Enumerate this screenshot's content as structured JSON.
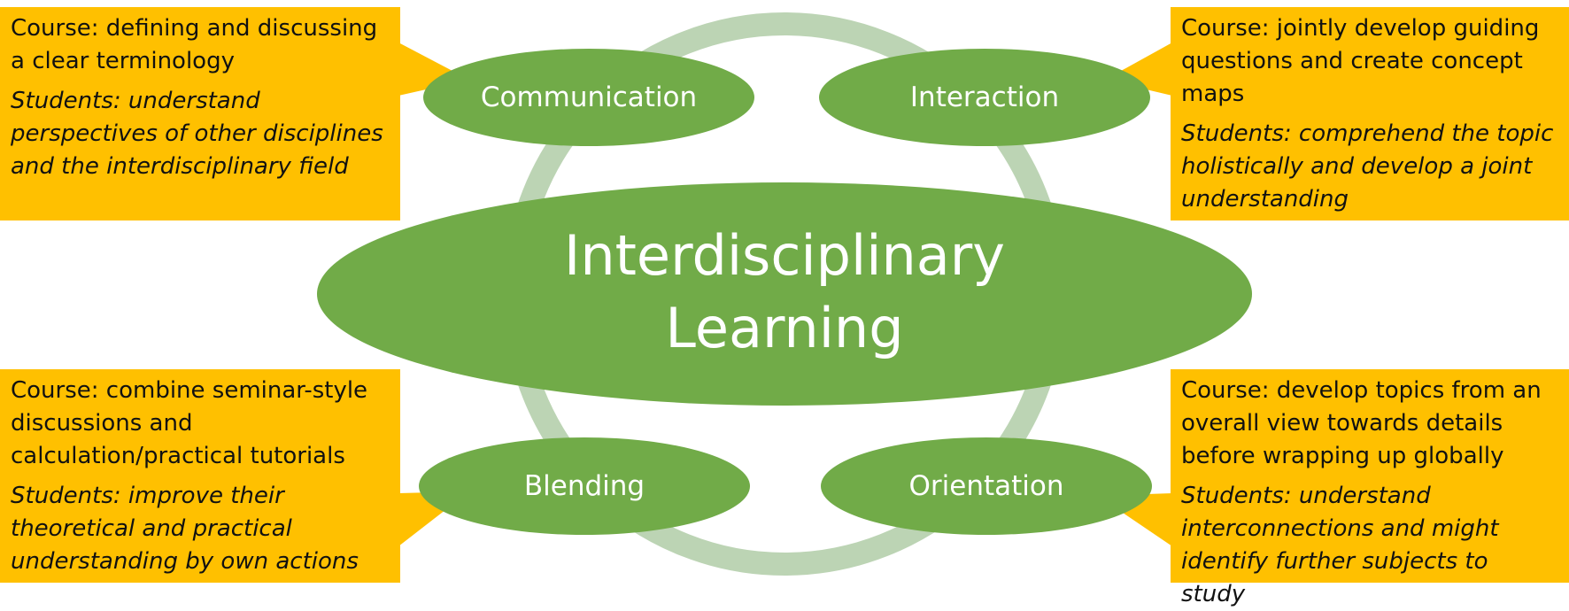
{
  "colors": {
    "ring": "#bcd4b4",
    "ellipse": "#71ab48",
    "ellipse_text": "#ffffff",
    "callout": "#ffc000",
    "callout_text": "#111111"
  },
  "center": {
    "line1": "Interdisciplinary",
    "line2": "Learning"
  },
  "nodes": [
    {
      "id": "communication",
      "label": "Communication"
    },
    {
      "id": "interaction",
      "label": "Interaction"
    },
    {
      "id": "blending",
      "label": "Blending"
    },
    {
      "id": "orientation",
      "label": "Orientation"
    }
  ],
  "callouts": [
    {
      "id": "communication",
      "course": "Course: defining and discussing a clear terminology",
      "students": "Students: understand perspectives of other disciplines and the interdisciplinary field"
    },
    {
      "id": "interaction",
      "course": "Course: jointly develop guiding questions and create concept maps",
      "students": "Students: comprehend the topic holistically and develop a joint understanding"
    },
    {
      "id": "blending",
      "course": "Course: combine seminar-style discussions and calculation/practical tutorials",
      "students": "Students: improve their theoretical and practical understanding by own actions"
    },
    {
      "id": "orientation",
      "course": "Course: develop topics from an overall view towards details before wrapping up globally",
      "students": "Students: understand interconnections and might identify further subjects to study"
    }
  ]
}
